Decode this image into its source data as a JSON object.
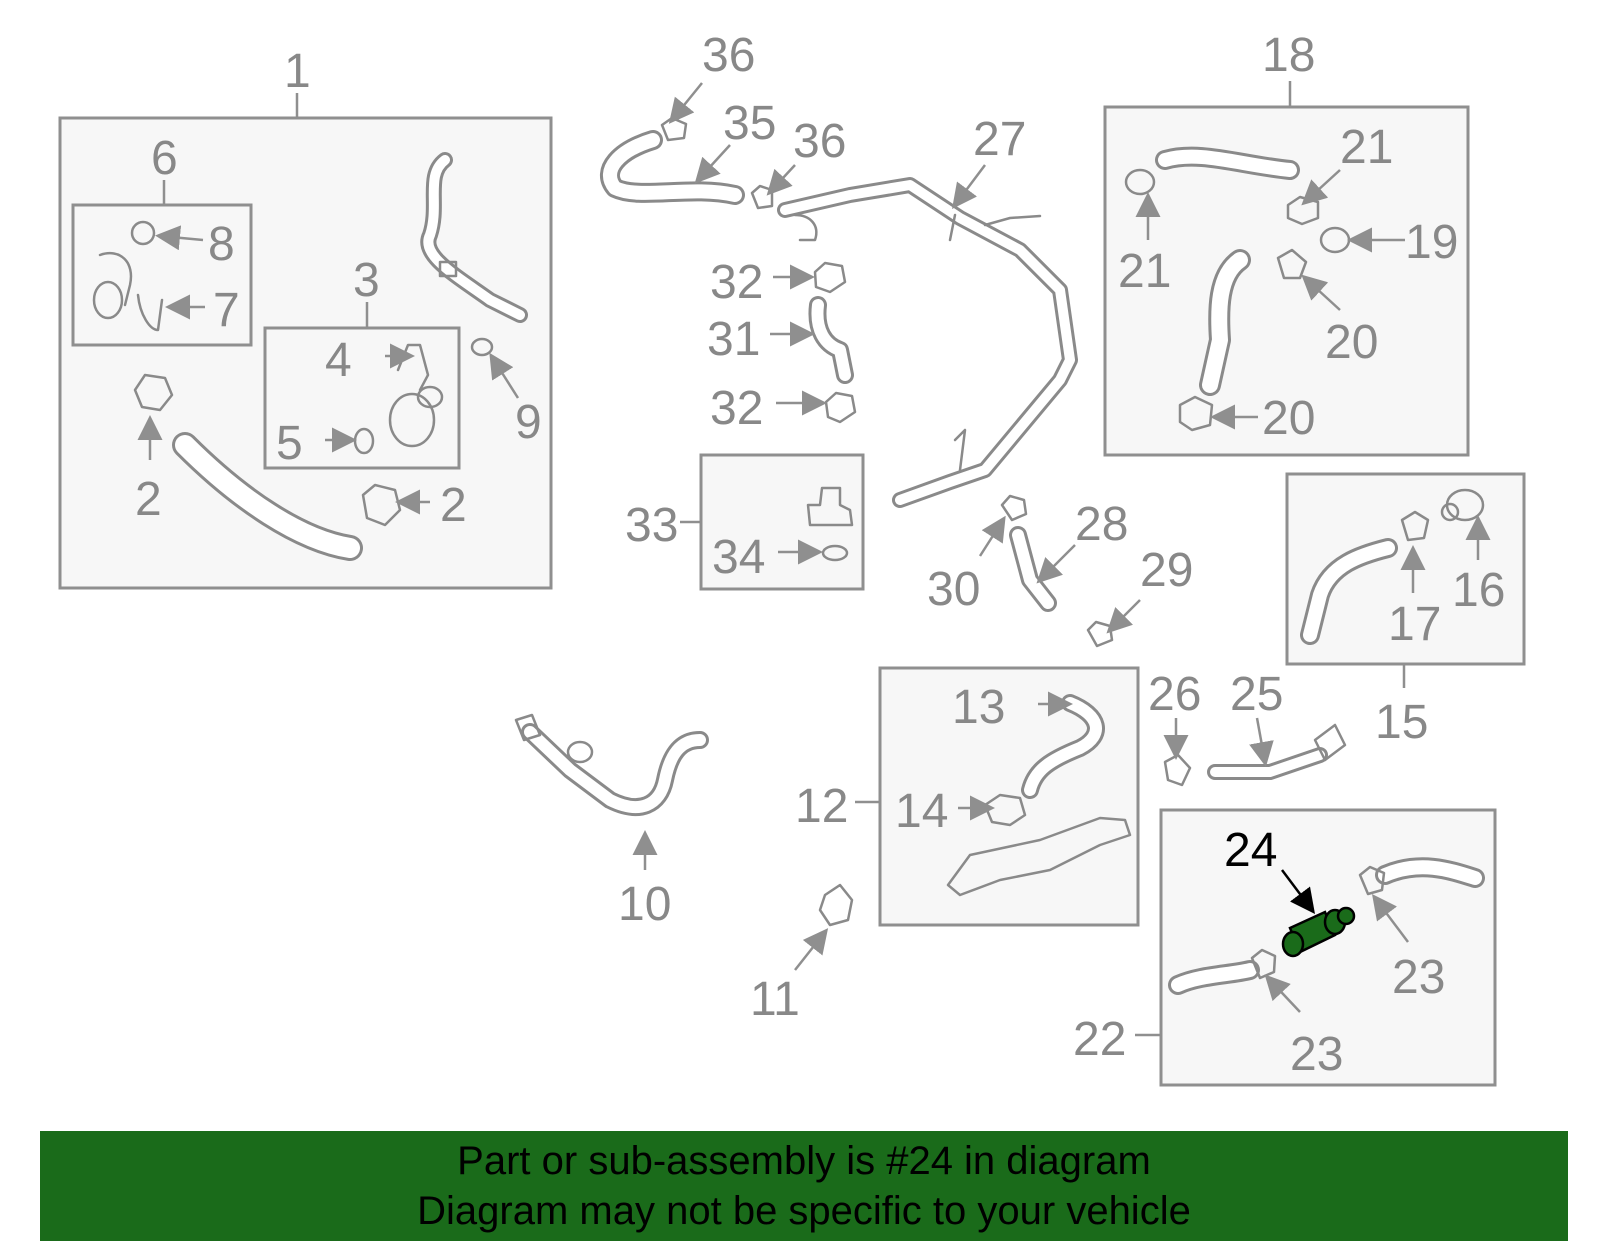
{
  "labels": {
    "l1": "1",
    "l2a": "2",
    "l2b": "2",
    "l3": "3",
    "l4": "4",
    "l5": "5",
    "l6": "6",
    "l7": "7",
    "l8": "8",
    "l9": "9",
    "l10": "10",
    "l11": "11",
    "l12": "12",
    "l13": "13",
    "l14": "14",
    "l15": "15",
    "l16": "16",
    "l17": "17",
    "l18": "18",
    "l19": "19",
    "l20a": "20",
    "l20b": "20",
    "l21a": "21",
    "l21b": "21",
    "l22": "22",
    "l23a": "23",
    "l23b": "23",
    "l24": "24",
    "l25": "25",
    "l26": "26",
    "l27": "27",
    "l28": "28",
    "l29": "29",
    "l30": "30",
    "l31": "31",
    "l32a": "32",
    "l32b": "32",
    "l33": "33",
    "l34": "34",
    "l35": "35",
    "l36a": "36",
    "l36b": "36"
  },
  "highlight": {
    "part": "24",
    "color": "#1a6b1a"
  },
  "banner": {
    "line1": "Part or sub-assembly is #24 in diagram",
    "line2": "Diagram may not be specific to your vehicle"
  }
}
